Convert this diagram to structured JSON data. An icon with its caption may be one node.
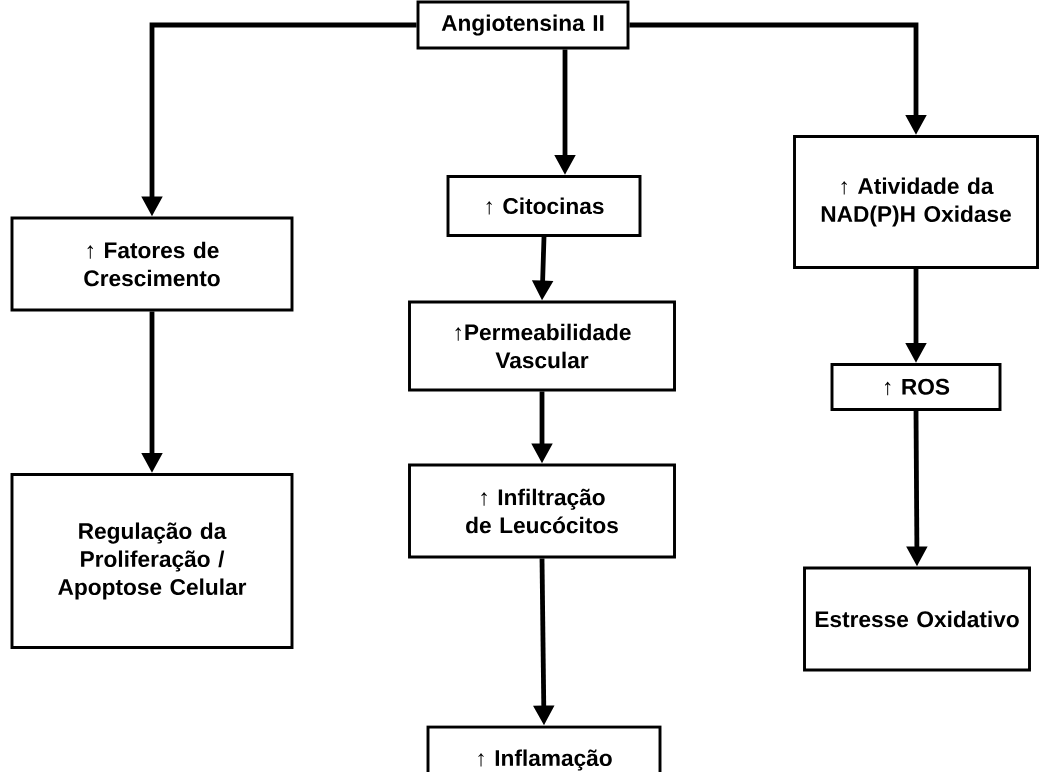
{
  "diagram": {
    "nodes": [
      {
        "text": [
          "Angiotensina II"
        ]
      },
      {
        "text": [
          "↑ Fatores de Crescimento"
        ]
      },
      {
        "text": [
          "Regulação da Proliferação / Apoptose Celular"
        ]
      },
      {
        "text": [
          "↑ Citocinas"
        ]
      },
      {
        "text": [
          "↑Permeabilidade Vascular"
        ]
      },
      {
        "text": [
          "↑ Infiltração de Leucócitos"
        ]
      },
      {
        "text": [
          "↑ Inflamação"
        ]
      },
      {
        "text": [
          "↑ Atividade da NAD(P)H Oxidase"
        ]
      },
      {
        "text": [
          "↑ ROS"
        ]
      },
      {
        "text": [
          "Estresse Oxidativo"
        ]
      }
    ],
    "edges": [
      {
        "from": 0,
        "to": 1,
        "arrow": "to"
      },
      {
        "from": 0,
        "to": 3,
        "arrow": "to"
      },
      {
        "from": 0,
        "to": 7,
        "arrow": "to"
      },
      {
        "from": 1,
        "to": 2,
        "arrow": "to"
      },
      {
        "from": 3,
        "to": 4,
        "arrow": "to"
      },
      {
        "from": 4,
        "to": 5,
        "arrow": "to"
      },
      {
        "from": 5,
        "to": 6,
        "arrow": "to"
      },
      {
        "from": 7,
        "to": 8,
        "arrow": "to"
      },
      {
        "from": 8,
        "to": 9,
        "arrow": "to"
      }
    ]
  }
}
